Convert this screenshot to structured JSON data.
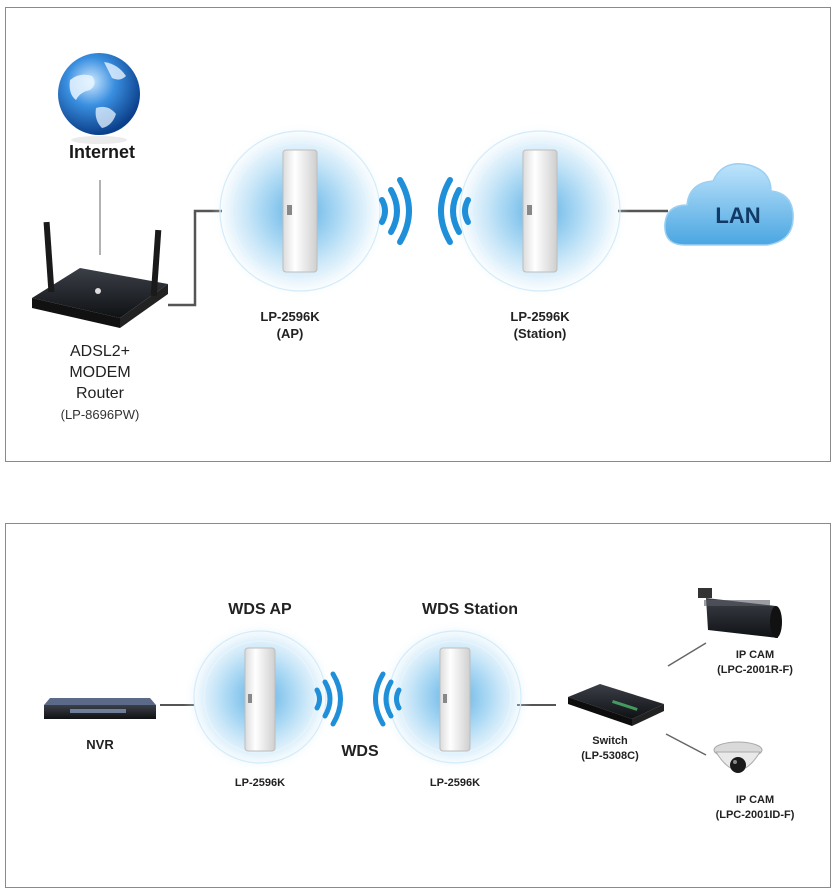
{
  "top_diagram": {
    "internet_label": "Internet",
    "router": {
      "line1": "ADSL2+",
      "line2": "MODEM",
      "line3": "Router",
      "model": "(LP-8696PW)"
    },
    "ap": {
      "model": "LP-2596K",
      "role": "(AP)"
    },
    "station": {
      "model": "LP-2596K",
      "role": "(Station)"
    },
    "lan_label": "LAN"
  },
  "bottom_diagram": {
    "wds_ap_title": "WDS AP",
    "wds_station_title": "WDS Station",
    "nvr_label": "NVR",
    "link_label": "WDS",
    "ap_model": "LP-2596K",
    "station_model": "LP-2596K",
    "switch": {
      "name": "Switch",
      "model": "(LP-5308C)"
    },
    "camera1": {
      "name": "IP CAM",
      "model": "(LPC-2001R-F)"
    },
    "camera2": {
      "name": "IP CAM",
      "model": "(LPC-2001ID-F)"
    }
  },
  "colors": {
    "wave_blue": "#1e8fd8",
    "glow_blue": "#7cc4ee",
    "cloud_blue": "#5fb2e6",
    "border_gray": "#8a8a8a",
    "line_gray": "#444444"
  }
}
